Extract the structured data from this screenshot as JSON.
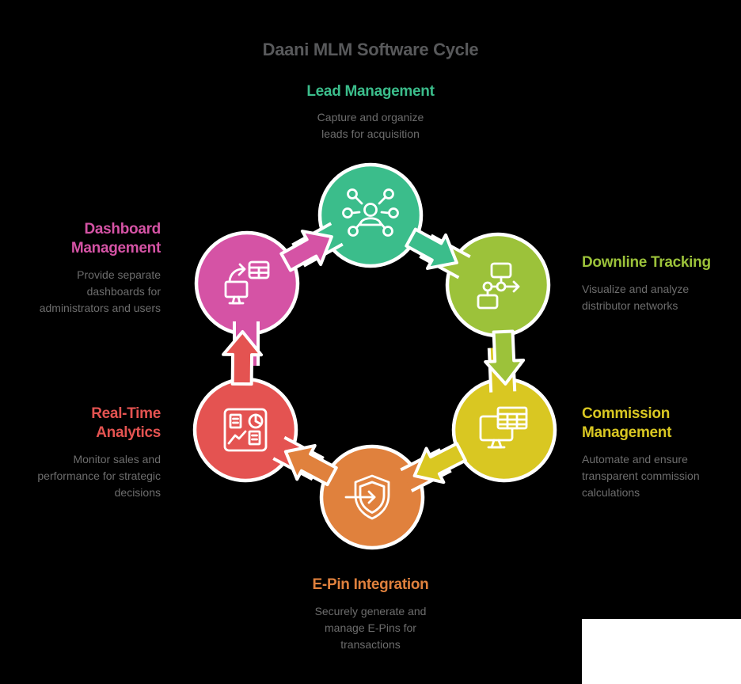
{
  "title": "Daani MLM Software Cycle",
  "colors": {
    "background": "#000000",
    "title_text": "#58595b",
    "body_text": "#6d6d6d",
    "outline": "#ffffff",
    "corner_patch": "#ffffff"
  },
  "nodes": [
    {
      "label": "Lead Management",
      "description": "Capture and organize leads for acquisition",
      "color": "#3bbd8b",
      "icon": "people-network-icon"
    },
    {
      "label": "Downline Tracking",
      "description": "Visualize and analyze distributor networks",
      "color": "#9cc23a",
      "icon": "flowchart-icon"
    },
    {
      "label": "Commission Management",
      "description": "Automate and ensure transparent commission calculations",
      "color": "#d9c722",
      "icon": "monitor-spreadsheet-icon"
    },
    {
      "label": "E-Pin Integration",
      "description": "Securely generate and manage E-Pins for transactions",
      "color": "#e0813d",
      "icon": "shield-arrow-icon"
    },
    {
      "label": "Real-Time Analytics",
      "description": "Monitor sales and performance for strategic decisions",
      "color": "#e45351",
      "icon": "analytics-dashboard-icon"
    },
    {
      "label": "Dashboard Management",
      "description": "Provide separate dashboards for administrators and users",
      "color": "#d553a5",
      "icon": "swap-dashboard-icon"
    }
  ]
}
